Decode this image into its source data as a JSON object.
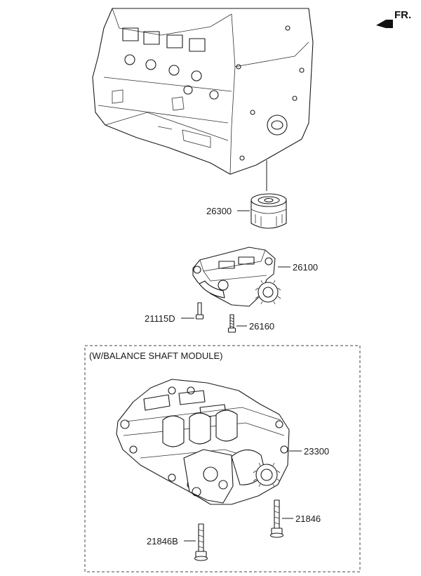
{
  "orientation": {
    "label": "FR."
  },
  "group_box": {
    "caption": "(W/BALANCE SHAFT MODULE)"
  },
  "parts": {
    "oil_filter": "26300",
    "oil_pump": "26100",
    "pump_bolt": "21115D",
    "pump_screw": "26160",
    "balance_shaft_module": "23300",
    "module_bolt": "21846",
    "module_bolt_b": "21846B"
  }
}
